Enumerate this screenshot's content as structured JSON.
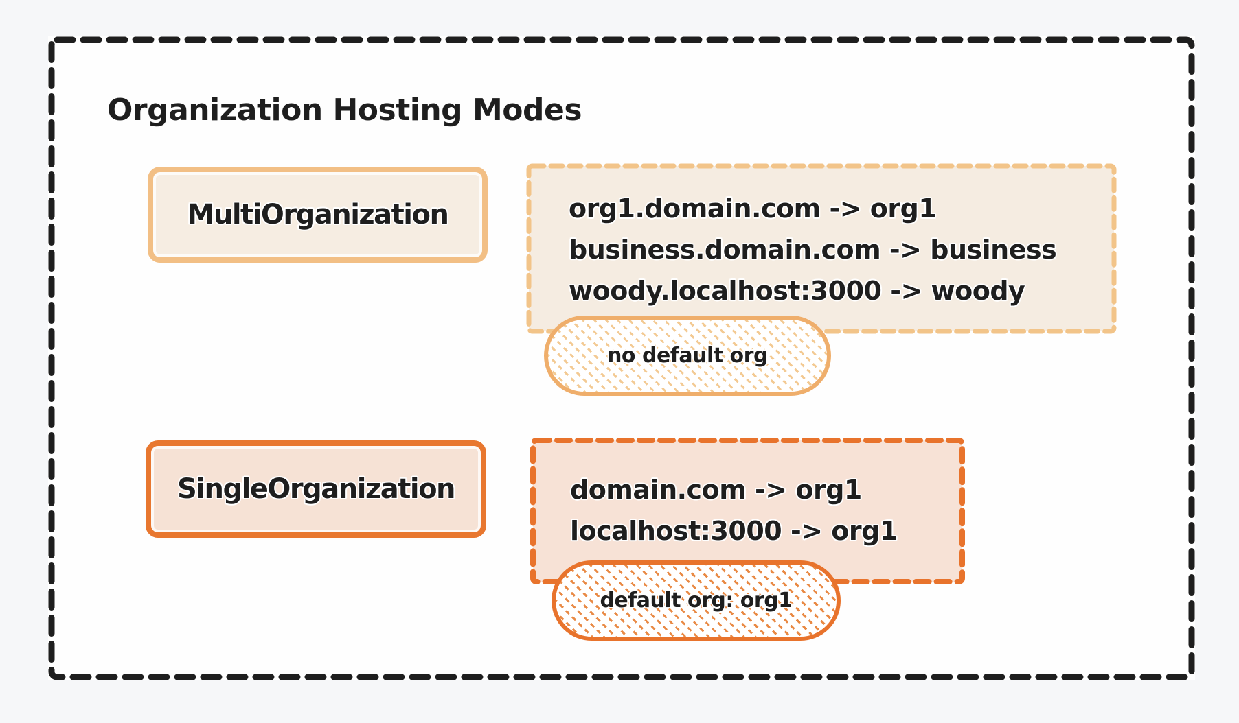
{
  "title": "Organization Hosting Modes",
  "colors": {
    "ink": "#1e1e1e",
    "light_orange_border": "#f2bf85",
    "light_orange_dash": "#f2c489",
    "light_fill": "#f5ece1",
    "strong_orange": "#e8732c",
    "peach_fill": "#f7e2d6",
    "page_bg": "#f6f7f9",
    "frame_bg": "#fefefe"
  },
  "modes": [
    {
      "name": "MultiOrganization",
      "mappings": [
        "org1.domain.com -> org1",
        "business.domain.com -> business",
        "woody.localhost:3000 -> woody"
      ],
      "badge": "no default org"
    },
    {
      "name": "SingleOrganization",
      "mappings": [
        "domain.com -> org1",
        "localhost:3000 -> org1"
      ],
      "badge": "default org: org1"
    }
  ]
}
